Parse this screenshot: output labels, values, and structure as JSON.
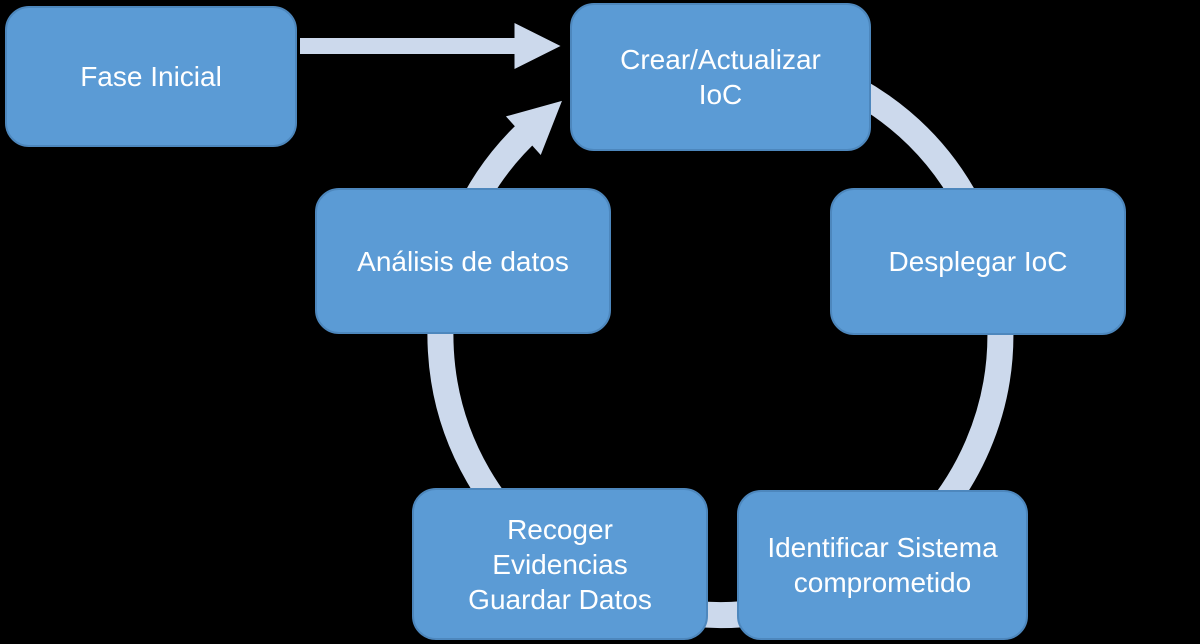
{
  "diagram": {
    "title": "IoC lifecycle diagram",
    "colors": {
      "background": "#000000",
      "node_fill": "#5b9bd5",
      "node_border": "#4d87bd",
      "node_text": "#ffffff",
      "arrow": "#ccd9ec"
    },
    "nodes": [
      {
        "id": "fase-inicial",
        "label": "Fase Inicial"
      },
      {
        "id": "crear-actualizar-ioc",
        "label": "Crear/Actualizar\nIoC"
      },
      {
        "id": "desplegar-ioc",
        "label": "Desplegar IoC"
      },
      {
        "id": "analisis-de-datos",
        "label": "Análisis de datos"
      },
      {
        "id": "recoger-evidencias",
        "label": "Recoger\nEvidencias\nGuardar Datos"
      },
      {
        "id": "identificar-sistema",
        "label": "Identificar Sistema\ncomprometido"
      }
    ],
    "edges": [
      {
        "from": "fase-inicial",
        "to": "crear-actualizar-ioc",
        "type": "straight-arrow"
      },
      {
        "from": "analisis-de-datos",
        "to": "crear-actualizar-ioc",
        "type": "cycle-arrow",
        "direction": "clockwise",
        "cycle_order": [
          "crear-actualizar-ioc",
          "desplegar-ioc",
          "identificar-sistema",
          "recoger-evidencias",
          "analisis-de-datos"
        ]
      }
    ]
  }
}
